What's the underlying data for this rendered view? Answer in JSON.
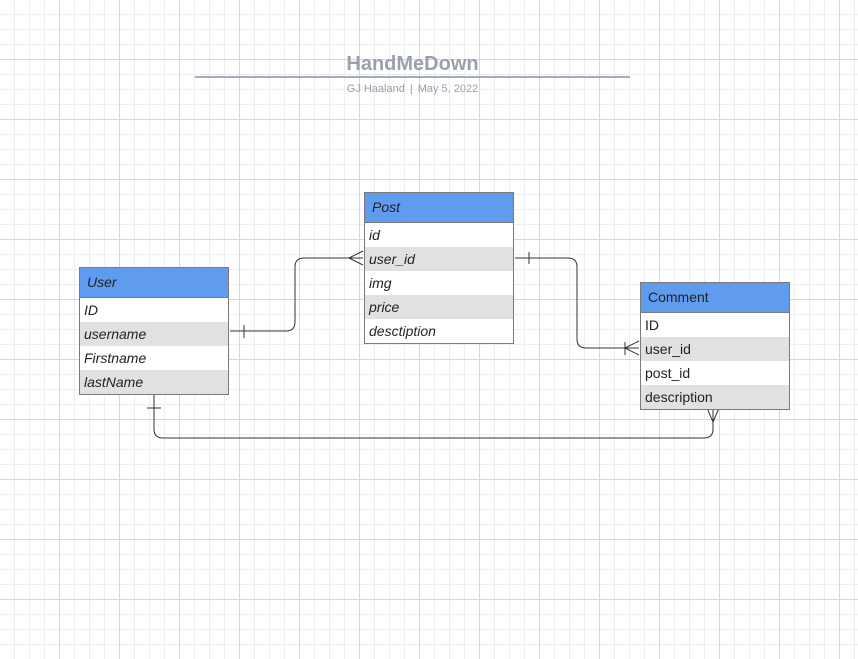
{
  "title": "HandMeDown",
  "author": "GJ Haaland",
  "separator": "|",
  "date": "May 5, 2022",
  "entities": {
    "user": {
      "name": "User",
      "fields": [
        "ID",
        "username",
        "Firstname",
        "lastName"
      ]
    },
    "post": {
      "name": "Post",
      "fields": [
        "id",
        "user_id",
        "img",
        "price",
        "desctiption"
      ]
    },
    "comment": {
      "name": "Comment",
      "fields": [
        "ID",
        "user_id",
        "post_id",
        "description"
      ]
    }
  },
  "colors": {
    "header": "#5f9cf0",
    "row_alt": "#e1e1e1",
    "title": "#9aa1ad",
    "line": "#333333"
  }
}
